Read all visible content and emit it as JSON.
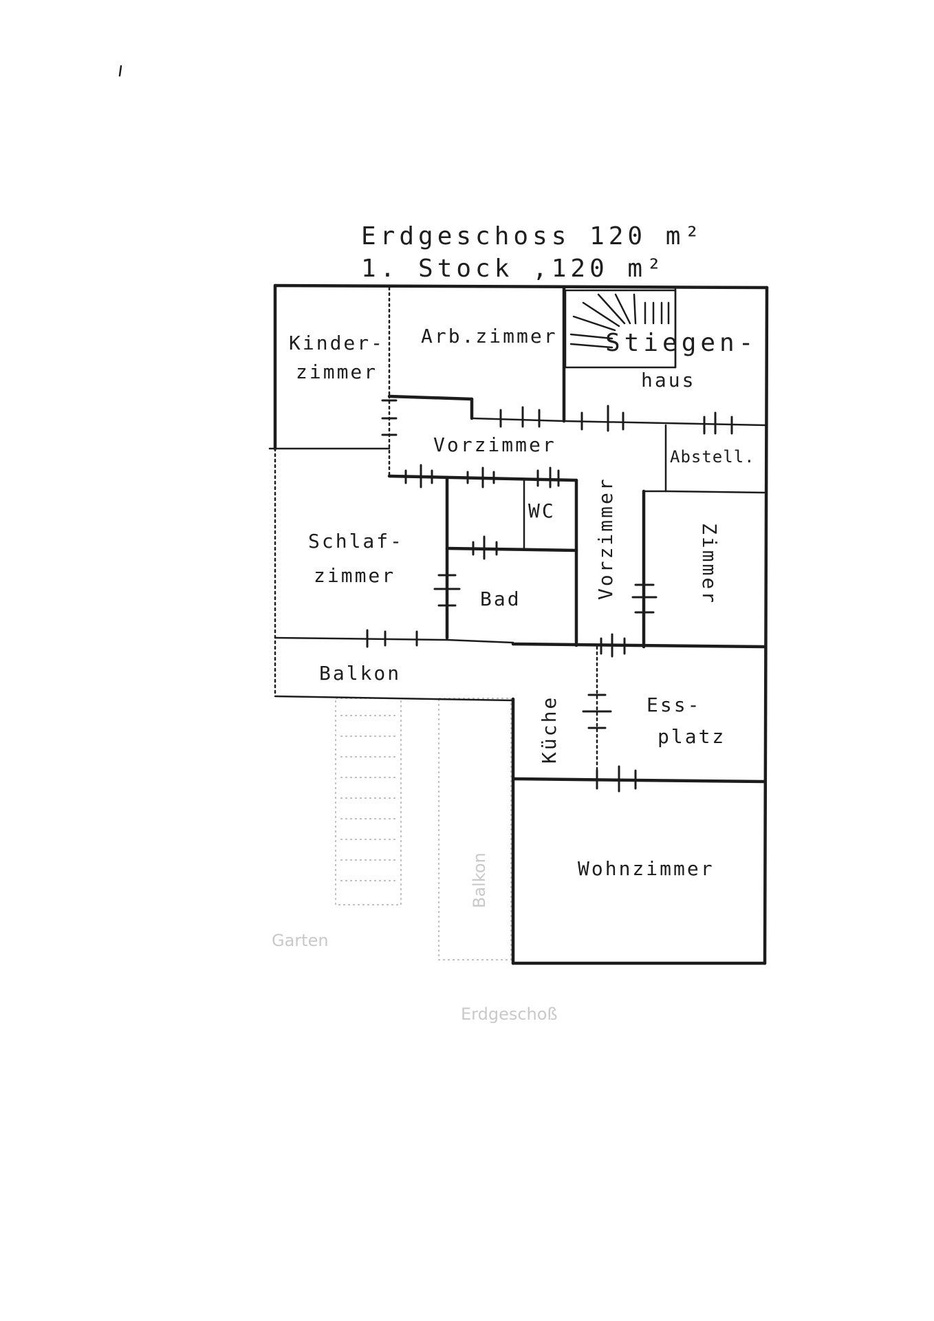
{
  "title": {
    "line1": "Erdgeschoss 120 m²",
    "line2": "1. Stock ,120 m²"
  },
  "rooms": {
    "kinderzimmer_1": "Kinder-",
    "kinderzimmer_2": "zimmer",
    "arbeitszimmer": "Arb.zimmer",
    "stiegenhaus_1": "Stiegen-",
    "stiegenhaus_2": "haus",
    "vorzimmer": "Vorzimmer",
    "vorzimmer_vertical": "Vorzimmer",
    "abstell": "Abstell.",
    "wc": "WC",
    "schlafzimmer_1": "Schlaf-",
    "schlafzimmer_2": "zimmer",
    "bad": "Bad",
    "zimmer": "Zimmer",
    "balkon": "Balkon",
    "kueche": "Küche",
    "essplatz_1": "Ess-",
    "essplatz_2": "platz",
    "wohnzimmer": "Wohnzimmer"
  },
  "faint": {
    "balkon_vertical": "Balkon",
    "garten": "Garten",
    "erdgeschoss": "Erdgeschoß"
  }
}
